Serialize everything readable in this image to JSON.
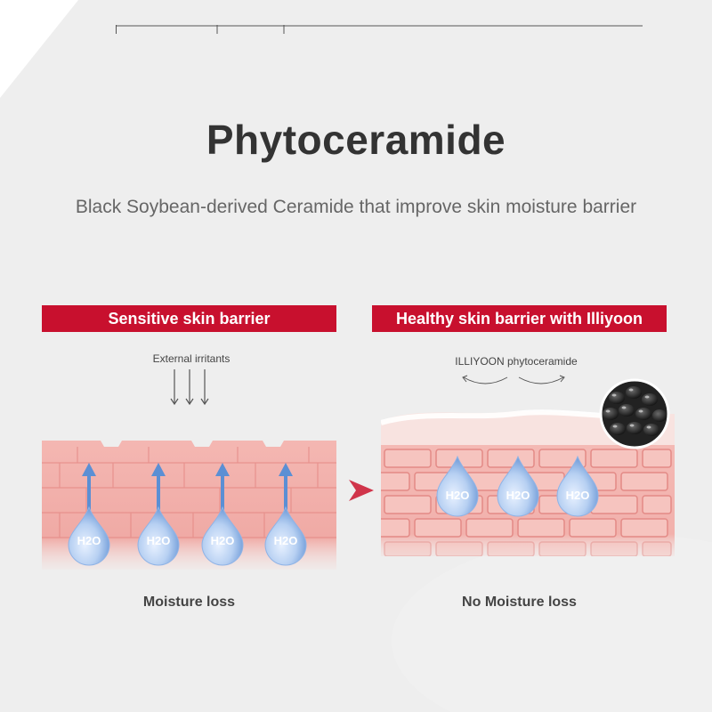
{
  "title": "Phytoceramide",
  "subtitle": "Black Soybean-derived Ceramide that improve skin moisture barrier",
  "left_panel": {
    "banner": "Sensitive skin barrier",
    "annotation": "External irritants",
    "caption": "Moisture loss",
    "drop_label": "H2O"
  },
  "right_panel": {
    "banner": "Healthy skin barrier with Illiyoon",
    "annotation": "ILLIYOON phytoceramide",
    "caption": "No Moisture loss",
    "drop_label": "H2O"
  },
  "colors": {
    "banner_red": "#c8102e",
    "brick": "#efa5a0",
    "mortar": "#f6cfcb",
    "drop": "#a9c8f0",
    "arrow_blue": "#5b8fd4"
  },
  "icons": {
    "down_arrows": "down-arrow-icon",
    "curved_arrows": "curved-arrow-icon",
    "transition": "chevron-right-icon",
    "soybeans": "black-soybean-image"
  }
}
